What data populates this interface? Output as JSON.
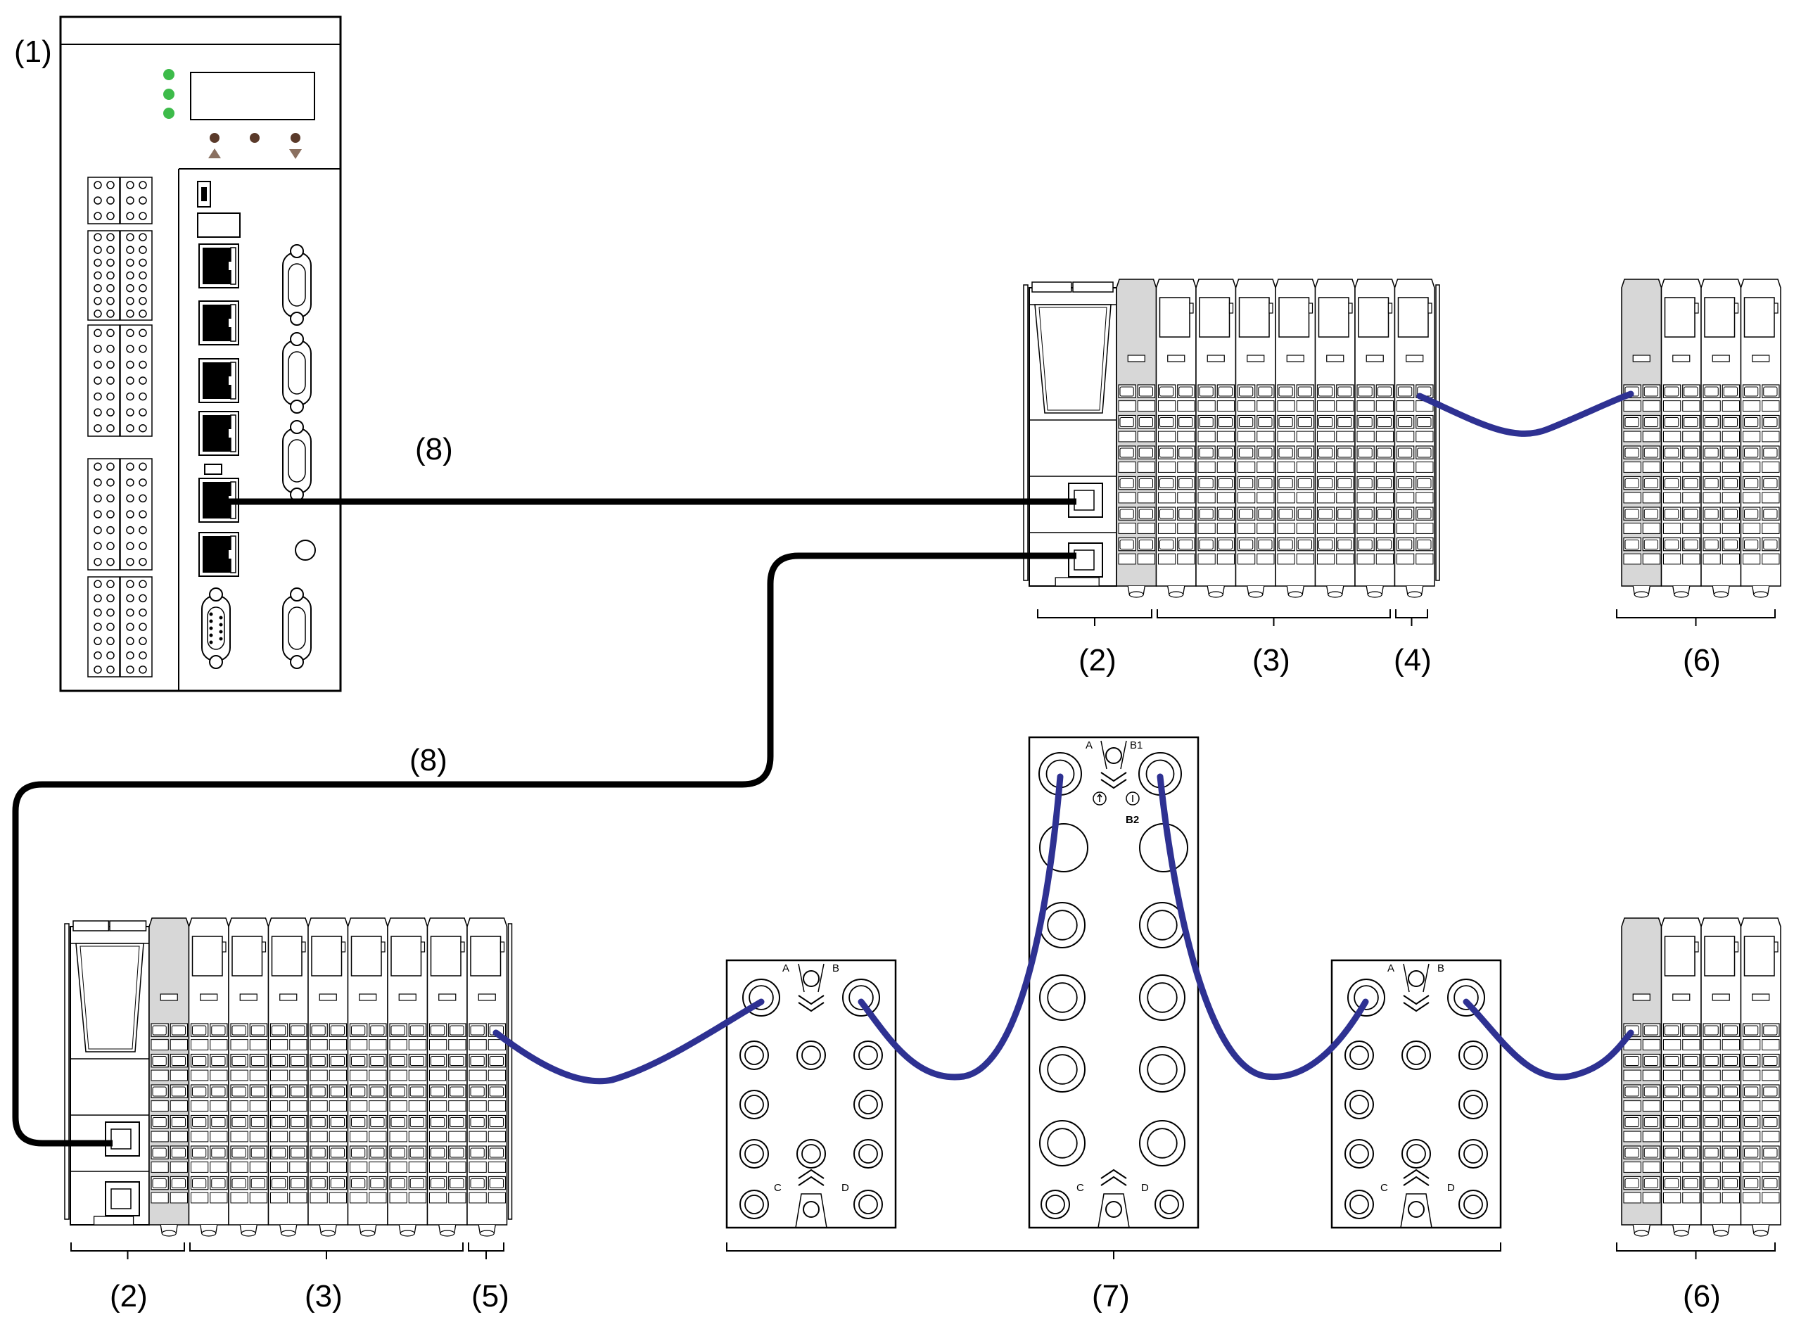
{
  "labels": {
    "controller": "(1)",
    "bus_coupler_top": "(2)",
    "io_modules_top": "(3)",
    "bus_extension_transmitter": "(4)",
    "remote_bank_top": "(6)",
    "bus_coupler_bottom": "(2)",
    "io_modules_bottom": "(3)",
    "bus_extension_bottom": "(5)",
    "distribution_boxes": "(7)",
    "remote_bank_bottom": "(6)",
    "ethernet_cable_top": "(8)",
    "ethernet_cable_bottom": "(8)"
  },
  "box_letters": {
    "left_box": {
      "a": "A",
      "b": "B",
      "c": "C",
      "d": "D"
    },
    "center_box": {
      "a": "A",
      "b1": "B1",
      "b2": "B2",
      "c": "C",
      "d": "D"
    },
    "right_box": {
      "a": "A",
      "b": "B",
      "c": "C",
      "d": "D"
    }
  },
  "colors": {
    "ethernet_cable": "#000000",
    "extension_cable": "#2e3192",
    "status_led": "#3dbb4a",
    "module_grey": "#d7d7d7",
    "button_brown": "#5a3a2a",
    "arrow_brown": "#8a7060"
  }
}
